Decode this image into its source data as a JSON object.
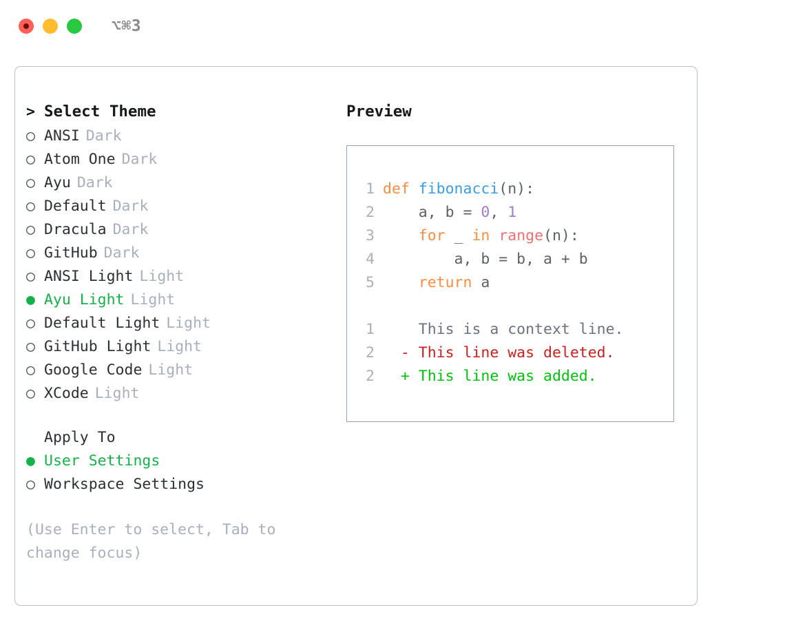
{
  "window": {
    "shortcut": "⌥⌘3",
    "traffic_lights": [
      {
        "name": "close",
        "color": "#ff5f57"
      },
      {
        "name": "minimize",
        "color": "#ffbd2e"
      },
      {
        "name": "maximize",
        "color": "#28c840"
      }
    ]
  },
  "theme_picker": {
    "heading": "Select Theme",
    "heading_prefix": ">",
    "bullet_off": "○",
    "bullet_on": "●",
    "items": [
      {
        "label": "ANSI",
        "category": "Dark",
        "selected": false
      },
      {
        "label": "Atom One",
        "category": "Dark",
        "selected": false
      },
      {
        "label": "Ayu",
        "category": "Dark",
        "selected": false
      },
      {
        "label": "Default",
        "category": "Dark",
        "selected": false
      },
      {
        "label": "Dracula",
        "category": "Dark",
        "selected": false
      },
      {
        "label": "GitHub",
        "category": "Dark",
        "selected": false
      },
      {
        "label": "ANSI Light",
        "category": "Light",
        "selected": false
      },
      {
        "label": "Ayu Light",
        "category": "Light",
        "selected": true
      },
      {
        "label": "Default Light",
        "category": "Light",
        "selected": false
      },
      {
        "label": "GitHub Light",
        "category": "Light",
        "selected": false
      },
      {
        "label": "Google Code",
        "category": "Light",
        "selected": false
      },
      {
        "label": "XCode",
        "category": "Light",
        "selected": false
      }
    ]
  },
  "apply_to": {
    "heading": "Apply To",
    "options": [
      {
        "label": "User Settings",
        "selected": true
      },
      {
        "label": "Workspace Settings",
        "selected": false
      }
    ]
  },
  "hint": "(Use Enter to select, Tab to change focus)",
  "preview": {
    "title": "Preview",
    "code_lines": [
      {
        "number": "1",
        "tokens": [
          {
            "text": "def ",
            "type": "keyword"
          },
          {
            "text": "fibonacci",
            "type": "function"
          },
          {
            "text": "(n):",
            "type": "plain"
          }
        ]
      },
      {
        "number": "2",
        "tokens": [
          {
            "text": "    a, b = ",
            "type": "plain"
          },
          {
            "text": "0",
            "type": "number"
          },
          {
            "text": ", ",
            "type": "plain"
          },
          {
            "text": "1",
            "type": "number"
          }
        ]
      },
      {
        "number": "3",
        "tokens": [
          {
            "text": "    ",
            "type": "plain"
          },
          {
            "text": "for",
            "type": "keyword"
          },
          {
            "text": " _ ",
            "type": "plain"
          },
          {
            "text": "in",
            "type": "keyword"
          },
          {
            "text": " ",
            "type": "plain"
          },
          {
            "text": "range",
            "type": "builtin"
          },
          {
            "text": "(n):",
            "type": "plain"
          }
        ]
      },
      {
        "number": "4",
        "tokens": [
          {
            "text": "        a, b = b, a + b",
            "type": "plain"
          }
        ]
      },
      {
        "number": "5",
        "tokens": [
          {
            "text": "    ",
            "type": "plain"
          },
          {
            "text": "return",
            "type": "keyword"
          },
          {
            "text": " a",
            "type": "plain"
          }
        ]
      }
    ],
    "diff_lines": [
      {
        "number": "1",
        "marker": " ",
        "text": " This is a context line.",
        "type": "context"
      },
      {
        "number": "2",
        "marker": "-",
        "text": " This line was deleted.",
        "type": "deleted"
      },
      {
        "number": "2",
        "marker": "+",
        "text": " This line was added.",
        "type": "added"
      }
    ]
  },
  "colors": {
    "accent_green": "#14b34a",
    "keyword_orange": "#fa8d3e",
    "function_blue": "#399ee6",
    "number_purple": "#a37acc",
    "builtin_red": "#f07171",
    "diff_deleted": "#cc1f1f",
    "diff_added": "#00c40c",
    "muted_gray": "#a8b0bd",
    "panel_border": "#b6bfcc",
    "preview_border": "#98a3b3"
  }
}
